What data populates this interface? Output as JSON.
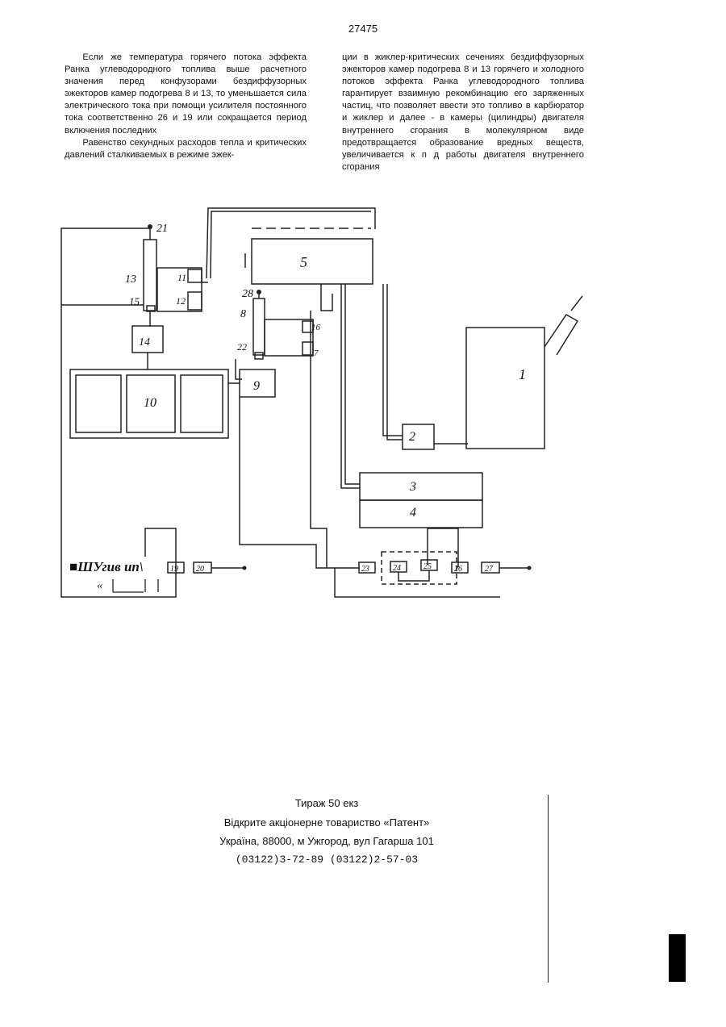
{
  "page_number": "27475",
  "text": {
    "left_paragraphs": [
      "Если же температура горячего потока эффекта Ранка углеводородного топлива выше расчетного значения перед конфузорами бездиффузорных эжекторов камер подогрева 8 и 13, то уменьшается сила электрического тока при помощи усилителя постоянного тока соответственно 26 и 19 или сокращается период включения последних",
      "Равенство секундных расходов тепла и критических давлений сталкиваемых в режиме эжек-"
    ],
    "right_paragraphs": [
      "ции в жиклер-критических сечениях бездиффузорных эжекторов камер подогрева 8 и 13 горячего и холодного потоков эффекта Ранка углеводородного топлива гарантирует взаимную рекомбинацию его заряженных частиц, что позволяет ввести это топливо в карбюратор и жиклер и далее - в камеры (цилиндры) двигателя внутреннего сгорания в молекулярном виде предотвращается образование вредных веществ, увеличивается к п д работы двигателя внутреннего сгорания"
    ]
  },
  "diagram": {
    "labels": {
      "n1": "1",
      "n2": "2",
      "n3": "3",
      "n4": "4",
      "n5": "5",
      "n7": "7",
      "n8": "8",
      "n9": "9",
      "n10": "10",
      "n11": "11",
      "n12": "12",
      "n13": "13",
      "n14": "14",
      "n15": "15",
      "n16": "16",
      "n19": "19",
      "n20": "20",
      "n21": "21",
      "n22": "22",
      "n23": "23",
      "n24": "24",
      "n25": "25",
      "n26": "26",
      "n27": "27",
      "n28": "28"
    },
    "artifact_text": "■ШУгив ип\\",
    "artifact_text2": "«"
  },
  "imprint": {
    "line1": "Тираж 50 екз",
    "line2": "Відкрите акціонерне товариство «Патент»",
    "line3": "Україна, 88000, м Ужгород, вул Гагарша 101",
    "line4": "(03122)3-72-89  (03122)2-57-03"
  }
}
